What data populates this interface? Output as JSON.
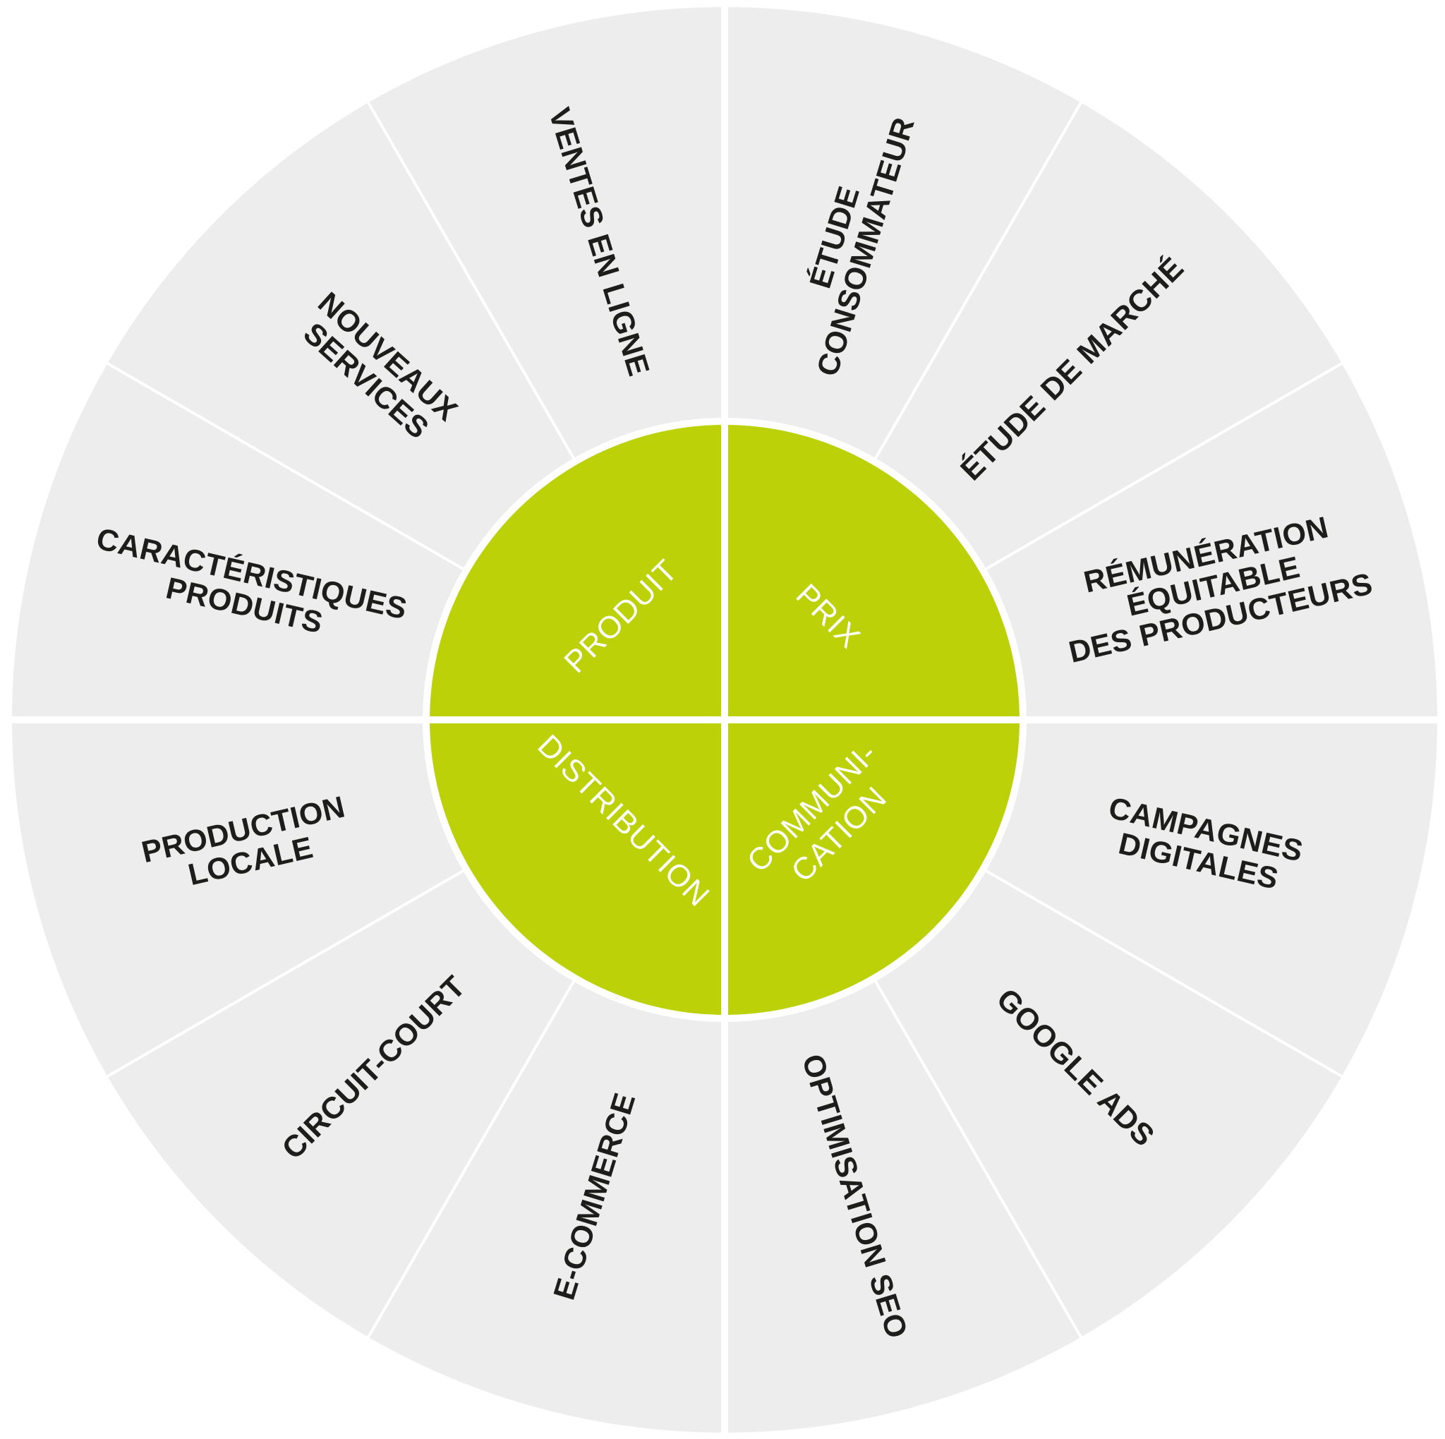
{
  "colors": {
    "background": "#ffffff",
    "outer_segment": "#ededed",
    "center_fill": "#bcd107",
    "divider": "#ffffff",
    "outer_text": "#1d1d1b",
    "center_text": "#ffffff"
  },
  "quadrants": [
    {
      "key": "produit",
      "lines": [
        "PRODUIT"
      ]
    },
    {
      "key": "prix",
      "lines": [
        "PRIX"
      ]
    },
    {
      "key": "communication",
      "lines": [
        "COMMUNI-",
        "CATION"
      ]
    },
    {
      "key": "distribution",
      "lines": [
        "DISTRIBUTION"
      ]
    }
  ],
  "segments": [
    {
      "key": "caracteristiques-produits",
      "lines": [
        "CARACTÉRISTIQUES",
        "PRODUITS"
      ]
    },
    {
      "key": "nouveaux-services",
      "lines": [
        "NOUVEAUX",
        "SERVICES"
      ]
    },
    {
      "key": "ventes-en-ligne",
      "lines": [
        "VENTES EN LIGNE"
      ]
    },
    {
      "key": "etude-consommateur",
      "lines": [
        "ÉTUDE",
        "CONSOMMATEUR"
      ]
    },
    {
      "key": "etude-de-marche",
      "lines": [
        "ÉTUDE DE MARCHÉ"
      ]
    },
    {
      "key": "remuneration",
      "lines": [
        "RÉMUNÉRATION",
        "ÉQUITABLE",
        "DES PRODUCTEURS"
      ]
    },
    {
      "key": "campagnes-digitales",
      "lines": [
        "CAMPAGNES",
        "DIGITALES"
      ]
    },
    {
      "key": "google-ads",
      "lines": [
        "GOOGLE ADS"
      ]
    },
    {
      "key": "optimisation-seo",
      "lines": [
        "OPTIMISATION SEO"
      ]
    },
    {
      "key": "e-commerce",
      "lines": [
        "E-COMMERCE"
      ]
    },
    {
      "key": "circuit-court",
      "lines": [
        "CIRCUIT-COURT"
      ]
    },
    {
      "key": "production-locale",
      "lines": [
        "PRODUCTION",
        "LOCALE"
      ]
    }
  ]
}
